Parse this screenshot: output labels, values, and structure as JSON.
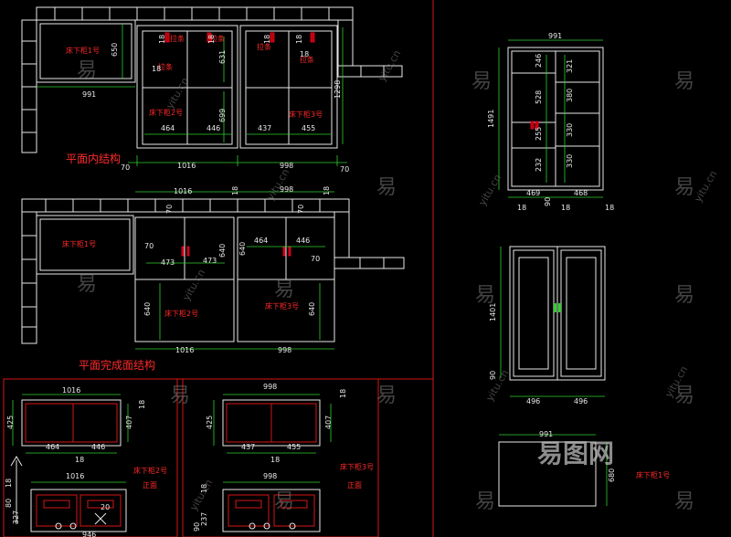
{
  "titles": {
    "plan_inner": "平面内结构",
    "plan_finished": "平面完成面结构"
  },
  "cabinets": {
    "c1": "床下柜1号",
    "c2": "床下柜2号",
    "c3": "床下柜3号",
    "c2_front": "床下柜2号\n正面",
    "c3_front": "床下柜3号\n正面",
    "c1_b": "床下柜1号"
  },
  "small_labels": {
    "lashou": "拉条",
    "lashou_b": "拉条"
  },
  "dims": {
    "d650": "650",
    "d991": "991",
    "d18": "18",
    "d631": "631",
    "d699": "699",
    "d464": "464",
    "d446": "446",
    "d437": "437",
    "d455": "455",
    "d1298": "1298",
    "d70": "70",
    "d1016": "1016",
    "d998": "998",
    "d640": "640",
    "d473": "473",
    "d246": "246",
    "d321": "321",
    "d528": "528",
    "d380": "380",
    "d255": "255",
    "d330": "330",
    "d232": "232",
    "d1491": "1491",
    "d469": "469",
    "d90": "90",
    "d468": "468",
    "d1401": "1401",
    "d496": "496",
    "d425": "425",
    "d407": "407",
    "d680": "680",
    "d80": "80",
    "d237": "237",
    "d327": "327",
    "d946": "946",
    "d20": "20"
  },
  "watermark": {
    "char": "易",
    "site": "yitu.cn",
    "brand": "易图网"
  },
  "colors": {
    "dim": "#2fd12f",
    "geometry": "#e8e8e8",
    "label": "#ff2a2a",
    "frame": "#d41616"
  }
}
